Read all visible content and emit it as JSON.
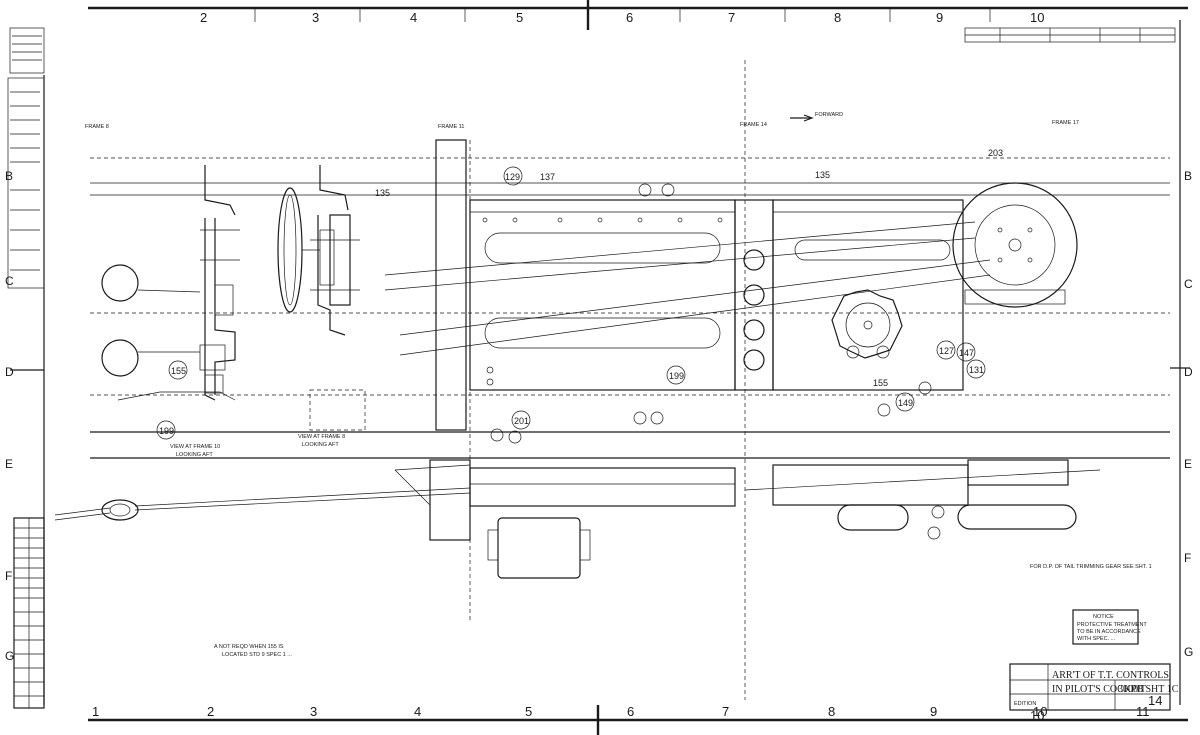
{
  "sheet": {
    "column_numbers_top": [
      "2",
      "3",
      "4",
      "5",
      "6",
      "7",
      "8",
      "9",
      "10"
    ],
    "column_numbers_bottom": [
      "1",
      "2",
      "3",
      "4",
      "5",
      "6",
      "7",
      "8",
      "9",
      "10",
      "11"
    ],
    "row_letters_right": [
      "B",
      "C",
      "D",
      "E",
      "F",
      "G"
    ],
    "row_letters_left": [
      "B",
      "C",
      "D",
      "E",
      "F",
      "G"
    ]
  },
  "frames": {
    "frame_8": "FRAME 8",
    "frame_11": "FRAME 11",
    "frame_14": "FRAME 14",
    "frame_17": "FRAME 17",
    "forward": "FORWARD"
  },
  "callouts": {
    "c129": "129",
    "c137": "137",
    "c135_left": "135",
    "c135_right": "135",
    "c203": "203",
    "c155_left": "155",
    "c199_left": "199",
    "c199_mid": "199",
    "c201": "201",
    "c155_right": "155",
    "c149": "149",
    "c127": "127",
    "c147": "147",
    "c131": "131"
  },
  "views": {
    "view_left_line1": "VIEW AT FRAME 10",
    "view_left_line2": "LOOKING AFT",
    "view_mid_line1": "VIEW AT FRAME 8",
    "view_mid_line2": "LOOKING AFT"
  },
  "notes": {
    "note_bottom_line1": "A NOT REQD WHEN 155 IS",
    "note_bottom_line2": "LOCATED STD 9 SPEC 1 ...",
    "note_right": "FOR D.P. OF TAIL TRIMMING GEAR SEE SHT. 1",
    "notice_title": "NOTICE",
    "notice_line1": "PROTECTIVE TREATMENT",
    "notice_line2": "TO BE IN ACCORDANCE",
    "notice_line3": "WITH SPEC. ..."
  },
  "title_block": {
    "title_line1": "ARR'T OF T.T. CONTROLS",
    "title_line2": "IN PILOT'S COCKPIT",
    "drawing_number": "30008 SHT 1C",
    "edition": "EDITION",
    "sheet_no": "10",
    "sheet_suffix": "14"
  },
  "colors": {
    "ink": "#1a1a1a",
    "paper": "#ffffff"
  }
}
